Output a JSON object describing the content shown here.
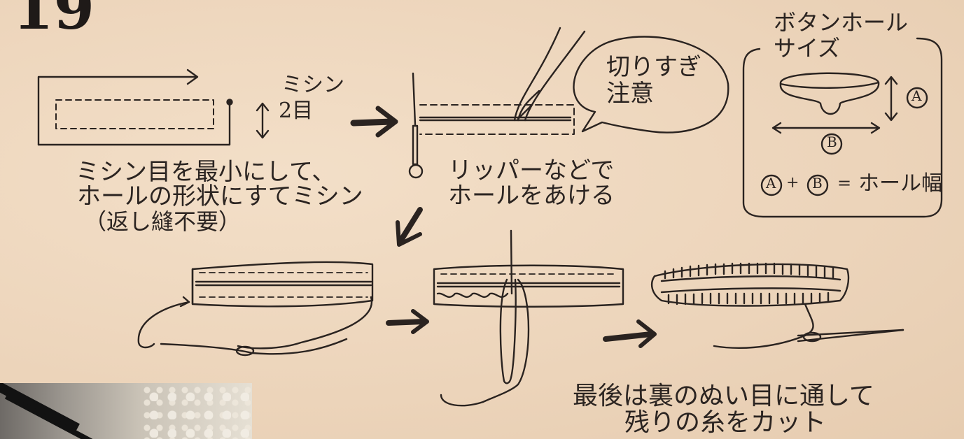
{
  "step_number": "19",
  "labels": {
    "stitch_length_line1": "ミシン",
    "stitch_length_line2": "2目",
    "stitch_instruction_line1": "ミシン目を最小にして、",
    "stitch_instruction_line2": "ホールの形状にすてミシン",
    "stitch_instruction_line3": "（返し縫不要）",
    "ripper_instruction_line1": "リッパーなどで",
    "ripper_instruction_line2": "ホールをあける",
    "caution_line1": "切りすぎ",
    "caution_line2": "注意",
    "finish_line1": "最後は裏のぬい目に通して",
    "finish_line2": "残りの糸をカット"
  },
  "size_box": {
    "title_line1": "ボタンホール",
    "title_line2": "サイズ",
    "marker_a": "A",
    "marker_b": "B",
    "equals": "=",
    "plus": "+",
    "result": "ホール幅"
  }
}
